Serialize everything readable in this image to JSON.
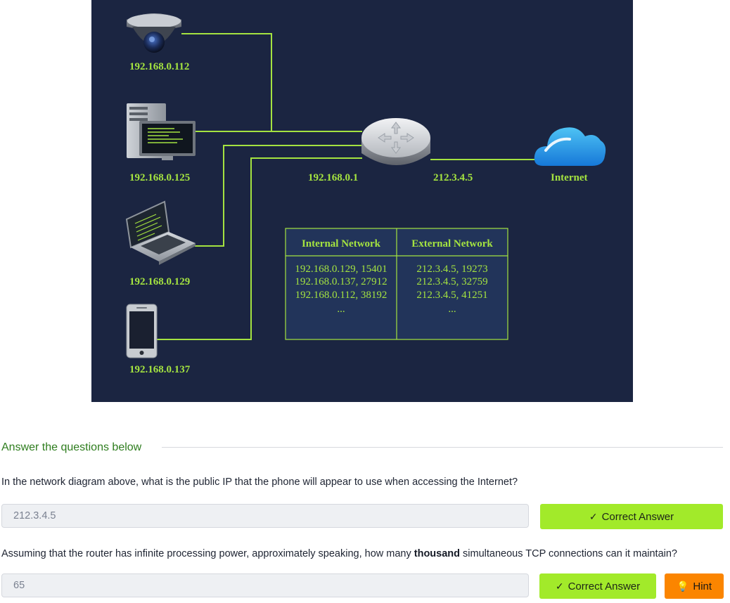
{
  "diagram": {
    "devices": [
      {
        "name": "camera",
        "ip": "192.168.0.112"
      },
      {
        "name": "desktop",
        "ip": "192.168.0.125"
      },
      {
        "name": "laptop",
        "ip": "192.168.0.129"
      },
      {
        "name": "phone",
        "ip": "192.168.0.137"
      }
    ],
    "router": {
      "internal_ip": "192.168.0.1",
      "external_ip": "212.3.4.5"
    },
    "internet_label": "Internet",
    "nat_table": {
      "headers": [
        "Internal Network",
        "External Network"
      ],
      "internal": [
        "192.168.0.129, 15401",
        "192.168.0.137, 27912",
        "192.168.0.112, 38192",
        "..."
      ],
      "external": [
        "212.3.4.5, 19273",
        "212.3.4.5, 32759",
        "212.3.4.5, 41251",
        "..."
      ]
    },
    "colors": {
      "background": "#1b2541",
      "accent": "#a4e340",
      "table_bg": "#22345a"
    }
  },
  "section": {
    "title": "Answer the questions below"
  },
  "questions": [
    {
      "text": "In the network diagram above, what is the public IP that the phone will appear to use when accessing the Internet?",
      "answer": "212.3.4.5",
      "correct_label": "Correct Answer"
    },
    {
      "text_before": "Assuming that the router has infinite processing power, approximately speaking, how many ",
      "text_bold": "thousand",
      "text_after": " simultaneous TCP connections can it maintain?",
      "answer": "65",
      "correct_label": "Correct Answer",
      "hint_label": "Hint"
    }
  ],
  "icons": {
    "check": "check-icon",
    "hint": "lightbulb-icon"
  },
  "colors": {
    "correct_button": "#a2ea2a",
    "hint_button": "#fb8500",
    "section_title": "#2e7d1e"
  }
}
